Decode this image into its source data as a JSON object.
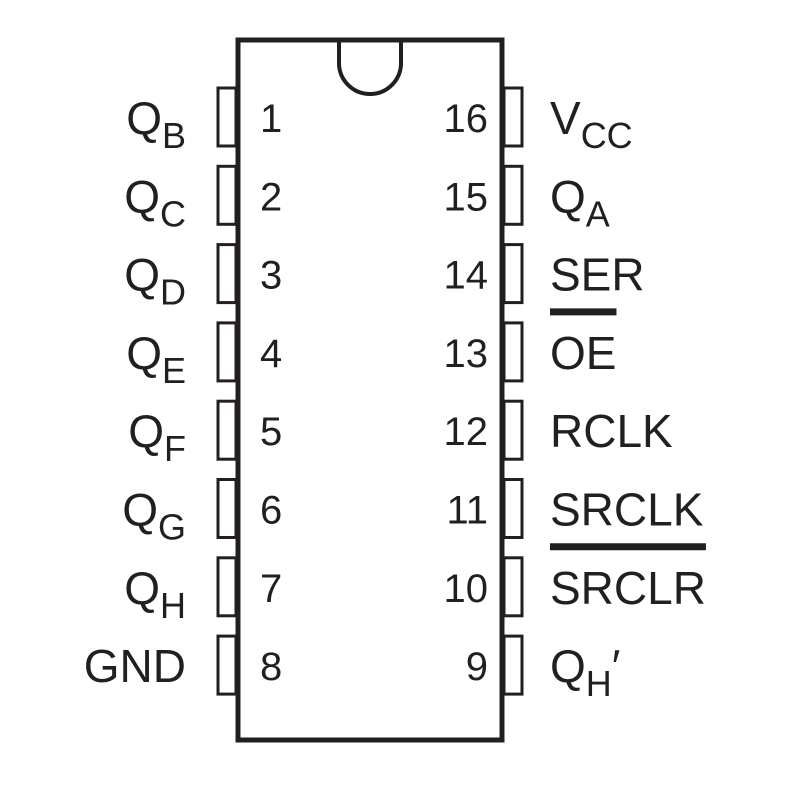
{
  "chip": {
    "left_pins": [
      {
        "number": "1",
        "name": "Q",
        "sub": "B",
        "overbar": false
      },
      {
        "number": "2",
        "name": "Q",
        "sub": "C",
        "overbar": false
      },
      {
        "number": "3",
        "name": "Q",
        "sub": "D",
        "overbar": false
      },
      {
        "number": "4",
        "name": "Q",
        "sub": "E",
        "overbar": false
      },
      {
        "number": "5",
        "name": "Q",
        "sub": "F",
        "overbar": false
      },
      {
        "number": "6",
        "name": "Q",
        "sub": "G",
        "overbar": false
      },
      {
        "number": "7",
        "name": "Q",
        "sub": "H",
        "overbar": false
      },
      {
        "number": "8",
        "name": "GND",
        "sub": "",
        "overbar": false
      }
    ],
    "right_pins": [
      {
        "number": "16",
        "name": "V",
        "sub": "CC",
        "suffix": "",
        "overbar": false
      },
      {
        "number": "15",
        "name": "Q",
        "sub": "A",
        "suffix": "",
        "overbar": false
      },
      {
        "number": "14",
        "name": "SER",
        "sub": "",
        "suffix": "",
        "overbar": false
      },
      {
        "number": "13",
        "name": "OE",
        "sub": "",
        "suffix": "",
        "overbar": true
      },
      {
        "number": "12",
        "name": "RCLK",
        "sub": "",
        "suffix": "",
        "overbar": false
      },
      {
        "number": "11",
        "name": "SRCLK",
        "sub": "",
        "suffix": "",
        "overbar": false
      },
      {
        "number": "10",
        "name": "SRCLR",
        "sub": "",
        "suffix": "",
        "overbar": true
      },
      {
        "number": "9",
        "name": "Q",
        "sub": "H",
        "suffix": "′",
        "overbar": false
      }
    ],
    "line_color": "#231f20"
  }
}
